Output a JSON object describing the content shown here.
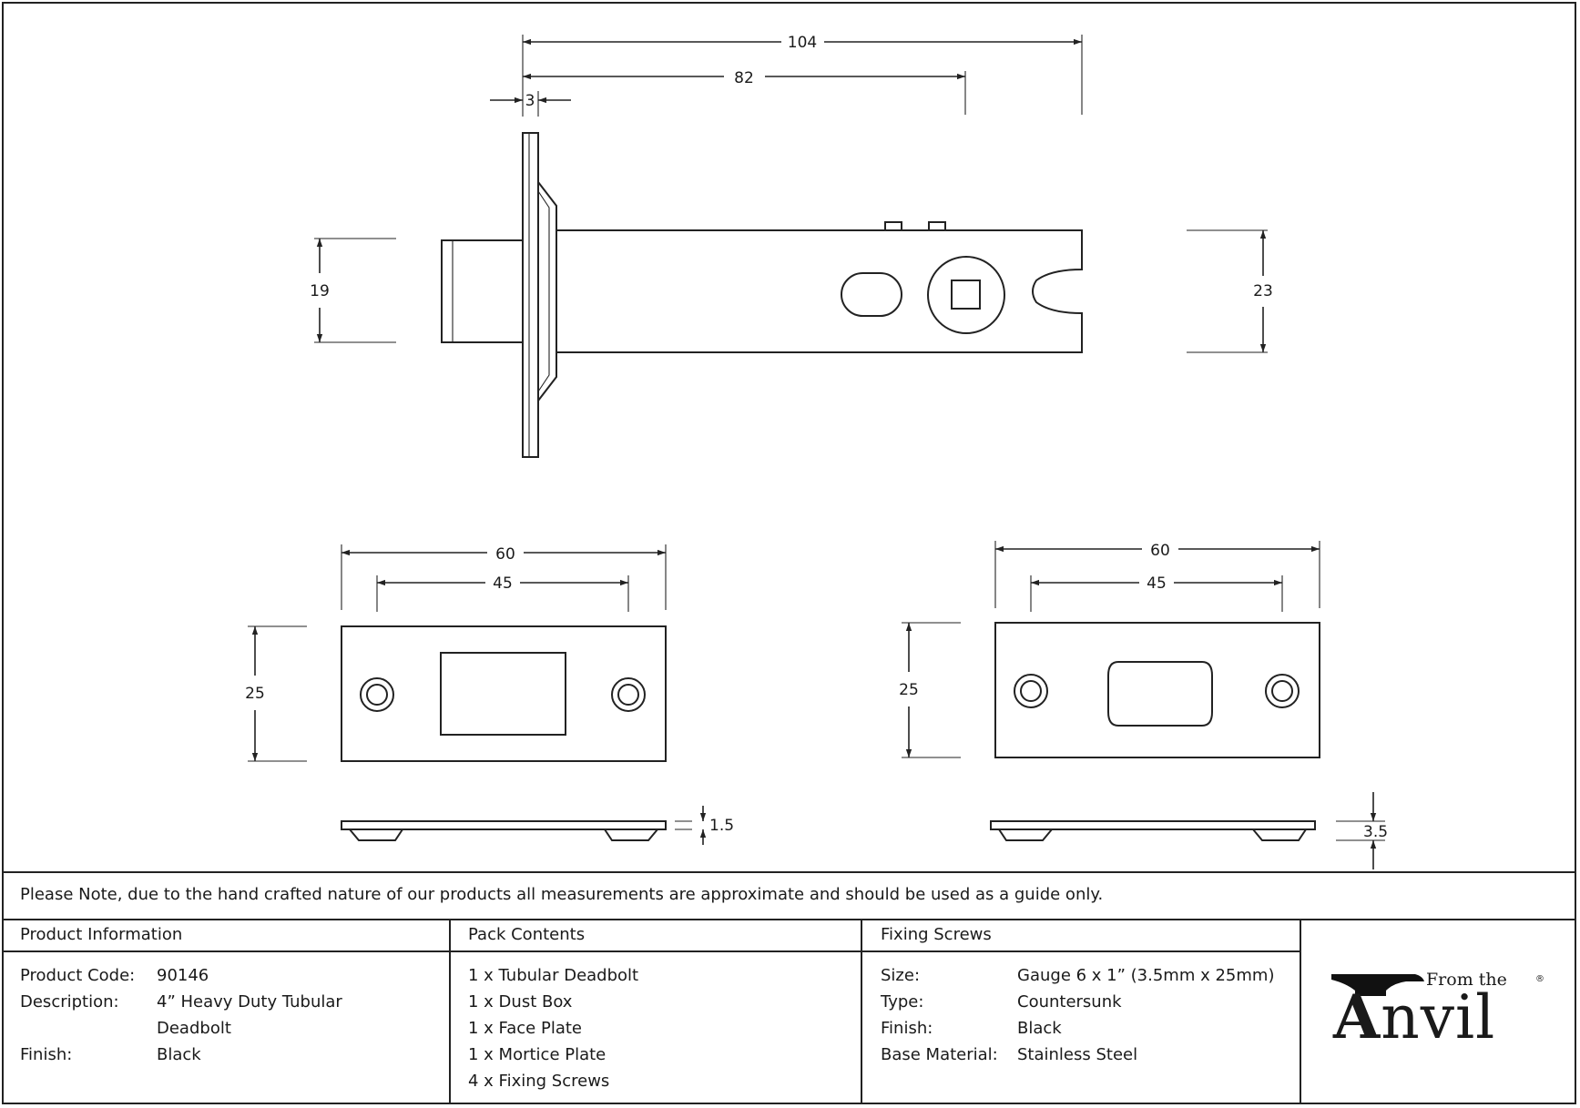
{
  "dimensions": {
    "overall_length": "104",
    "backset": "82",
    "faceplate_thickness": "3",
    "bolt_diameter": "19",
    "case_height": "23",
    "plate_width": "60",
    "plate_hole_spacing": "45",
    "plate_height": "25",
    "face_plate_thickness": "1.5",
    "mortice_plate_width": "60",
    "mortice_hole_spacing": "45",
    "mortice_plate_height": "25",
    "mortice_plate_thickness": "3.5"
  },
  "note": "Please Note, due to the hand crafted nature of our products all measurements are approximate and should be used as a guide only.",
  "product_info": {
    "title": "Product Information",
    "code_label": "Product Code:",
    "code_value": "90146",
    "description_label": "Description:",
    "description_line1": "4” Heavy Duty Tubular",
    "description_line2": "Deadbolt",
    "finish_label": "Finish:",
    "finish_value": "Black"
  },
  "pack_contents": {
    "title": "Pack Contents",
    "items": [
      "1 x Tubular Deadbolt",
      "1 x Dust Box",
      "1 x Face Plate",
      "1 x Mortice Plate",
      "4 x Fixing Screws"
    ]
  },
  "fixing_screws": {
    "title": "Fixing Screws",
    "size_label": "Size:",
    "size_value": "Gauge 6 x 1” (3.5mm x 25mm)",
    "type_label": "Type:",
    "type_value": "Countersunk",
    "finish_label": "Finish:",
    "finish_value": "Black",
    "material_label": "Base Material:",
    "material_value": "Stainless Steel"
  },
  "logo": {
    "small_text": "From the",
    "initial": "A",
    "rest": "nvil",
    "registered": "®"
  }
}
